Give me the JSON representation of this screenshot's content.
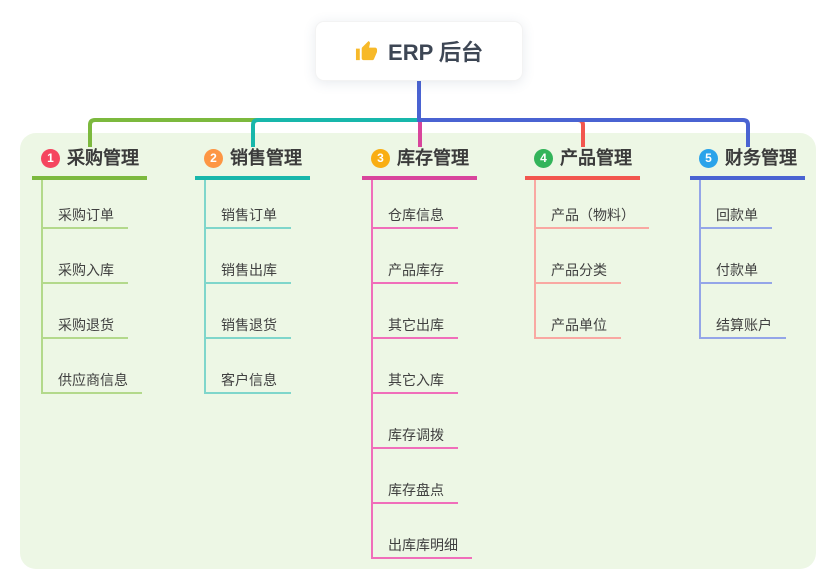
{
  "root": {
    "label": "ERP 后台",
    "icon": "thumbs-up-icon",
    "icon_color": "#f7b929"
  },
  "panel": {
    "background": "#edf7e5"
  },
  "connectors": {
    "root_line_color": "#4a63d2"
  },
  "text_colors": {
    "title": "#3b3b3b",
    "child": "#404040",
    "root": "#3d4654"
  },
  "branches": [
    {
      "number": "1",
      "label": "采购管理",
      "badge_color": "#f5455f",
      "line_color": "#7cb93e",
      "light_line_color": "#b3d98b",
      "children": [
        "采购订单",
        "采购入库",
        "采购退货",
        "供应商信息"
      ]
    },
    {
      "number": "2",
      "label": "销售管理",
      "badge_color": "#fd9644",
      "line_color": "#18b7ab",
      "light_line_color": "#7fd6cb",
      "children": [
        "销售订单",
        "销售出库",
        "销售退货",
        "客户信息"
      ]
    },
    {
      "number": "3",
      "label": "库存管理",
      "badge_color": "#f9ae13",
      "line_color": "#d8459c",
      "light_line_color": "#f06eba",
      "children": [
        "仓库信息",
        "产品库存",
        "其它出库",
        "其它入库",
        "库存调拨",
        "库存盘点",
        "出库库明细"
      ]
    },
    {
      "number": "4",
      "label": "产品管理",
      "badge_color": "#33b45a",
      "line_color": "#f2564e",
      "light_line_color": "#f9a8a2",
      "children": [
        "产品（物料）",
        "产品分类",
        "产品单位"
      ]
    },
    {
      "number": "5",
      "label": "财务管理",
      "badge_color": "#2ba3ea",
      "line_color": "#4a63d2",
      "light_line_color": "#94a5e8",
      "children": [
        "回款单",
        "付款单",
        "结算账户"
      ]
    }
  ]
}
